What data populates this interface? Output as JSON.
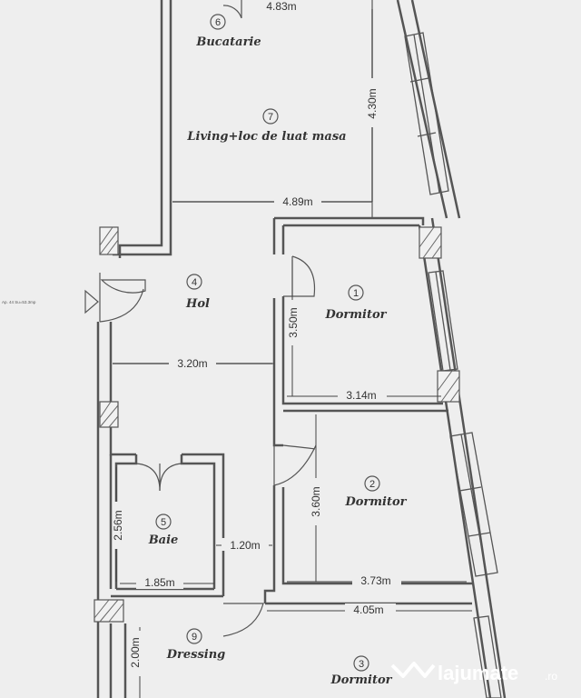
{
  "rooms": [
    {
      "number": "6",
      "name": "Bucatarie"
    },
    {
      "number": "7",
      "name": "Living+loc de luat masa"
    },
    {
      "number": "4",
      "name": "Hol"
    },
    {
      "number": "1",
      "name": "Dormitor"
    },
    {
      "number": "5",
      "name": "Baie"
    },
    {
      "number": "2",
      "name": "Dormitor"
    },
    {
      "number": "9",
      "name": "Dressing"
    },
    {
      "number": "3",
      "name": "Dormitor"
    }
  ],
  "dimensions": {
    "kitchen_width": "4.83m",
    "living_height": "4.30m",
    "living_width": "4.89m",
    "bed1_height": "3.50m",
    "hall_width": "3.20m",
    "bed1_width": "3.14m",
    "bath_height": "2.56m",
    "bath_corridor": "1.20m",
    "bed2_height": "3.60m",
    "bath_width": "1.85m",
    "bed2_width": "3.73m",
    "bed3_width": "4.05m",
    "dressing_height": "2.00m"
  },
  "entrance_note": "Ap. 44 Su=53.3mp",
  "watermark": {
    "name": "lajumate",
    "tld": ".ro"
  }
}
